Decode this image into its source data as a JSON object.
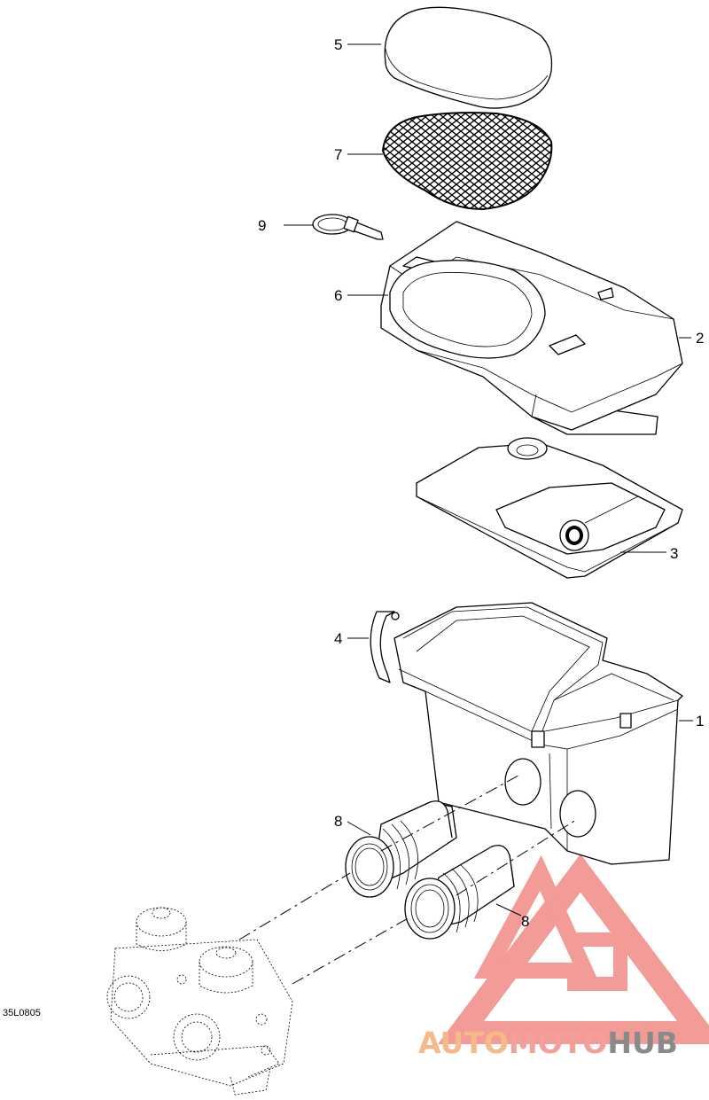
{
  "figure_code": "35L0805",
  "callouts": {
    "c5": "5",
    "c7": "7",
    "c9": "9",
    "c6": "6",
    "c2": "2",
    "c3": "3",
    "c4": "4",
    "c1": "1",
    "c8a": "8",
    "c8b": "8"
  },
  "watermark": {
    "part1": "AUTO",
    "part2": "MOTO",
    "part3": "HUB",
    "color1": "#f5b98a",
    "color2": "#f3a09a",
    "color3": "#8a8a8a",
    "logo_color": "#f08a85"
  },
  "colors": {
    "line": "#000000",
    "background": "#ffffff"
  }
}
